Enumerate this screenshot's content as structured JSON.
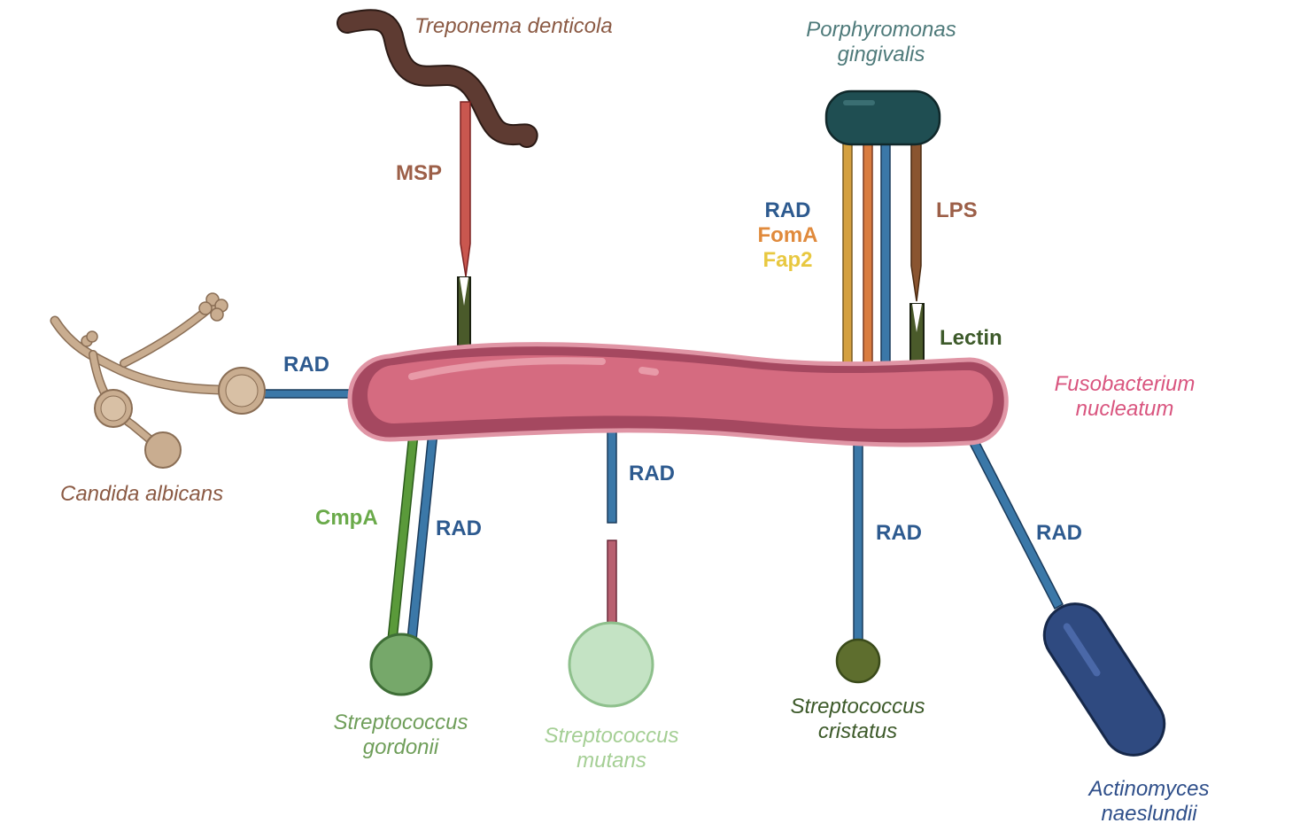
{
  "species": {
    "treponema": "Treponema denticola",
    "porphyromonas_1": "Porphyromonas",
    "porphyromonas_2": "gingivalis",
    "fusobacterium_1": "Fusobacterium",
    "fusobacterium_2": "nucleatum",
    "candida": "Candida albicans",
    "gordonii_1": "Streptococcus",
    "gordonii_2": "gordonii",
    "mutans_1": "Streptococcus",
    "mutans_2": "mutans",
    "cristatus_1": "Streptococcus",
    "cristatus_2": "cristatus",
    "actinomyces_1": "Actinomyces",
    "actinomyces_2": "naeslundii"
  },
  "molecules": {
    "msp": "MSP",
    "rad_pg": "RAD",
    "foma": "FomA",
    "fap2": "Fap2",
    "lps": "LPS",
    "lectin": "Lectin",
    "rad_candida": "RAD",
    "cmpa": "CmpA",
    "rad_gordonii": "RAD",
    "rad_mutans": "RAD",
    "rad_cristatus": "RAD",
    "rad_actinomyces": "RAD"
  },
  "colors": {
    "fusobacterium": "#d56b80",
    "rad": "#3b78a8",
    "treponema": "#5e3b32",
    "porphyromonas": "#1f4e52",
    "actinomyces": "#2f4a80"
  }
}
